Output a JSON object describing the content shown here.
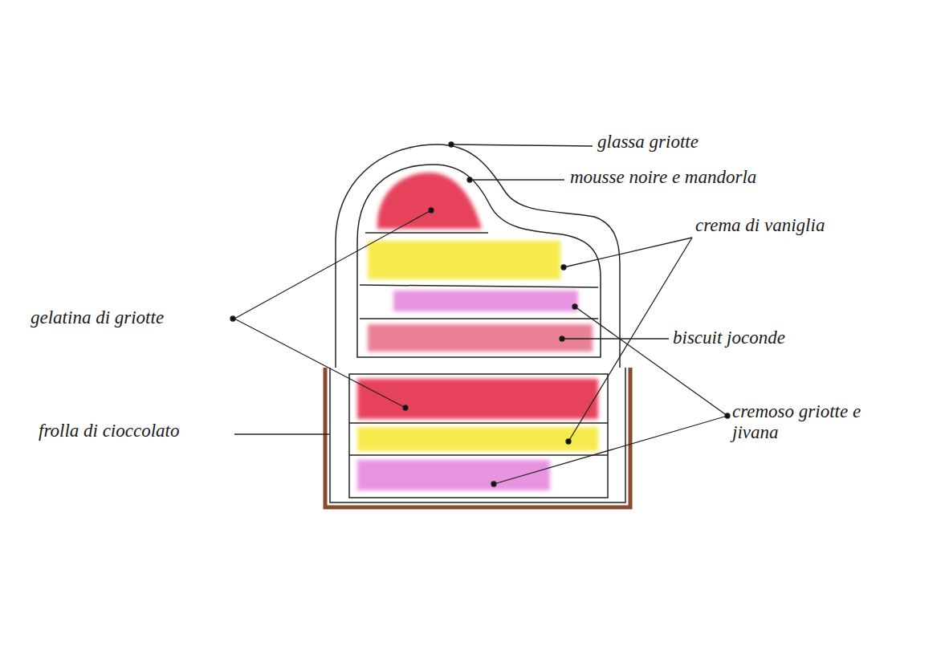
{
  "diagram": {
    "labels": [
      "glassa griotte",
      "mousse noire e mandorla",
      "crema di vaniglia",
      "gelatina di griotte",
      "biscuit joconde",
      "frolla di cioccolato",
      "cremoso griotte e jivana"
    ]
  }
}
